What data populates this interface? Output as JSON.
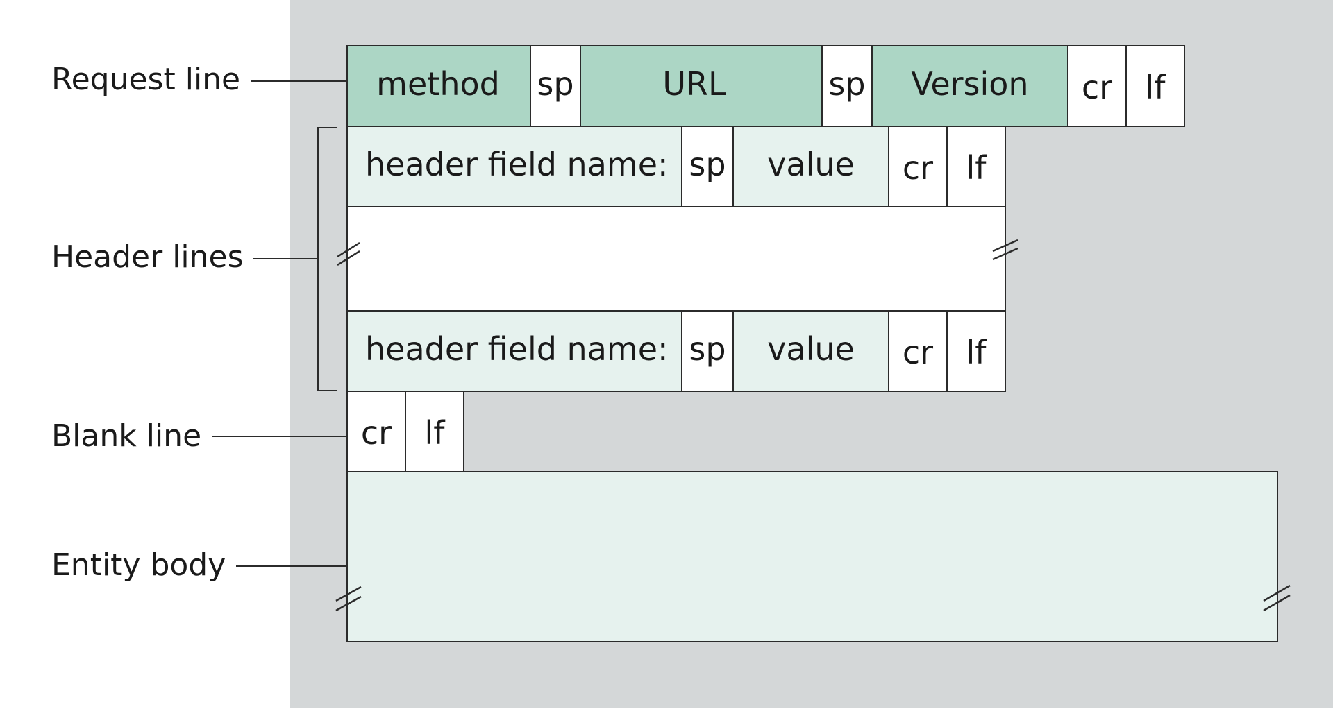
{
  "colors": {
    "background_panel": "#d4d7d8",
    "request_field": "#acd6c5",
    "header_field": "#e6f2ee",
    "body_fill": "#e6f2ee",
    "white_field": "#ffffff",
    "stroke": "#2b2b2b",
    "text": "#1a1a1a"
  },
  "labels": {
    "request_line": "Request line",
    "header_lines": "Header lines",
    "blank_line": "Blank line",
    "entity_body": "Entity body"
  },
  "request_line": {
    "method": "method",
    "sp1": "sp",
    "url": "URL",
    "sp2": "sp",
    "version": "Version",
    "cr": "cr",
    "lf": "lf"
  },
  "header_lines": [
    {
      "name": "header field name:",
      "sp": "sp",
      "value": "value",
      "cr": "cr",
      "lf": "lf"
    },
    {
      "name": "header field name:",
      "sp": "sp",
      "value": "value",
      "cr": "cr",
      "lf": "lf"
    }
  ],
  "blank_line": {
    "cr": "cr",
    "lf": "lf"
  }
}
